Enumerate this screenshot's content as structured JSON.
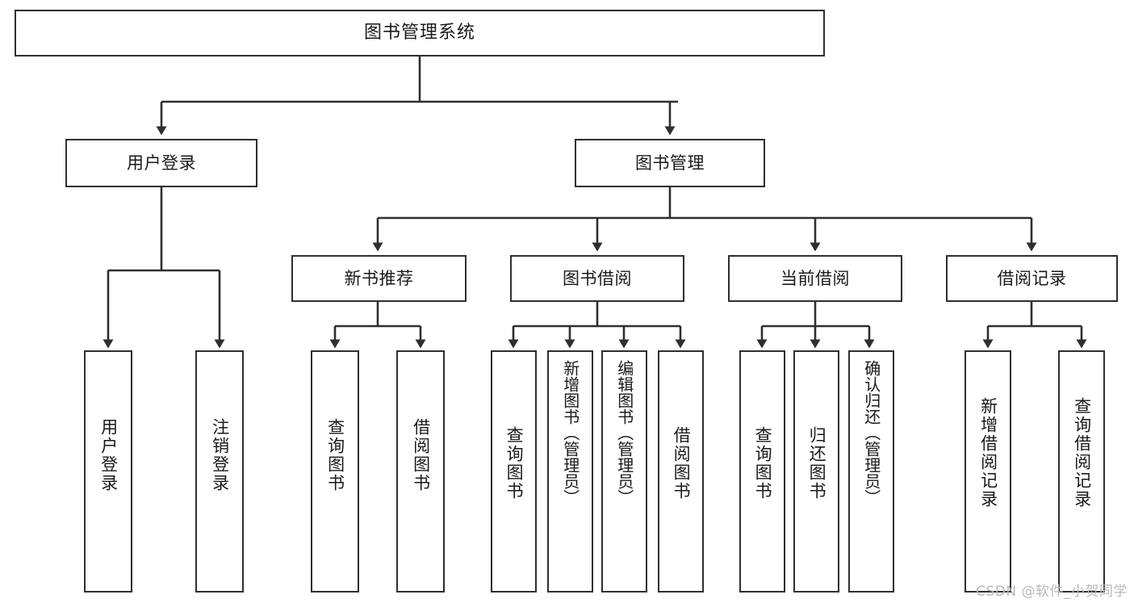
{
  "diagram": {
    "title": "图书管理系统",
    "type": "tree",
    "orientation": "top-down",
    "watermark": "CSDN @软件_小贺同学",
    "colors": {
      "box_border": "#2f2f2f",
      "box_fill": "#ffffff",
      "edge": "#2f2f2f",
      "text": "#1a1a1a",
      "watermark": "#b9b9b9",
      "background": "#ffffff"
    },
    "nodes": {
      "root": {
        "label": "图书管理系统"
      },
      "level2": [
        {
          "label": "用户登录"
        },
        {
          "label": "图书管理"
        }
      ],
      "level3": [
        {
          "label": "新书推荐"
        },
        {
          "label": "图书借阅"
        },
        {
          "label": "当前借阅"
        },
        {
          "label": "借阅记录"
        }
      ],
      "leaves": {
        "user_login": [
          {
            "label": "用户登录"
          },
          {
            "label": "注销登录"
          }
        ],
        "new_book": [
          {
            "label": "查询图书"
          },
          {
            "label": "借阅图书"
          }
        ],
        "book_borrow": [
          {
            "label": "查询图书"
          },
          {
            "label": "新增图书（管理员）"
          },
          {
            "label": "编辑图书（管理员）"
          },
          {
            "label": "借阅图书"
          }
        ],
        "current_borrow": [
          {
            "label": "查询图书"
          },
          {
            "label": "归还图书"
          },
          {
            "label": "确认归还（管理员）"
          }
        ],
        "borrow_record": [
          {
            "label": "新增借阅记录"
          },
          {
            "label": "查询借阅记录"
          }
        ]
      }
    }
  }
}
